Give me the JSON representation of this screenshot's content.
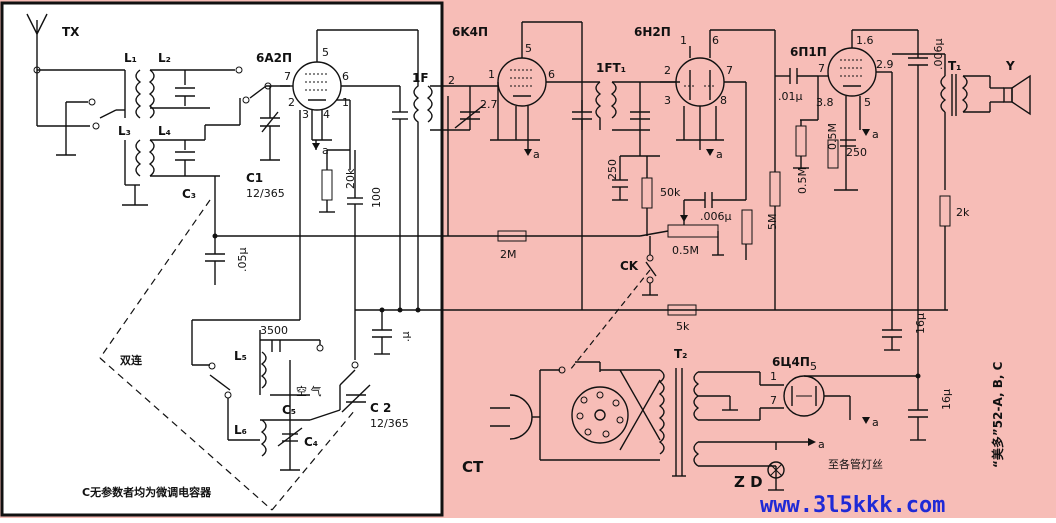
{
  "colors": {
    "left_panel_bg": "#ffffff",
    "right_panel_bg": "#f7bdb7",
    "line": "#111111",
    "watermark": "#1f2ad6"
  },
  "tubes": {
    "t1": "6A2П",
    "t2": "6K4П",
    "t3": "6H2П",
    "t4": "6П1П",
    "rect": "6Ц4П"
  },
  "labels": {
    "tx": "TX",
    "l1": "L₁",
    "l2": "L₂",
    "l3": "L₃",
    "l4": "L₄",
    "l5": "L₅",
    "l6": "L₆",
    "c1": "C1",
    "c1v": "12/365",
    "c2": "C 2",
    "c2v": "12/365",
    "c3": "C₃",
    "c4": "C₄",
    "c5": "C₅",
    "if1": "1F",
    "ift1": "1FT₁",
    "t1x": "T₁",
    "t2x": "T₂",
    "y": "Y",
    "ck": "CK",
    "ct": "CT",
    "zd": "Z D",
    "a": "a"
  },
  "values": {
    "r20k": "20k",
    "c100": "100",
    "cu": ".μ",
    "c05u": ".05μ",
    "r2m": "2M",
    "r05m": "0.5M",
    "c006": ".006μ",
    "r5m": "5M",
    "r05m2": "0.5M",
    "c01u": ".01μ",
    "r05m3": "0.5M",
    "c250": "250",
    "r50k": "50k",
    "c250b": "250",
    "r5k": "5k",
    "c16a": "16μ",
    "c16b": "16μ",
    "r2k": "2k",
    "c006b": ".006μ",
    "c3500": "3500",
    "r38": "3.8",
    "r27": "2.7"
  },
  "pins": {
    "p1_5": "5",
    "p1_7": "7",
    "p1_2": "2",
    "p1_6": "6",
    "p1_1": "1",
    "p1_3": "3",
    "p1_4": "4",
    "p2_1": "1",
    "p2_2": "2",
    "p2_5": "5",
    "p2_6": "6",
    "p3_1": "1",
    "p3_6": "6",
    "p3_2": "2",
    "p3_7": "7",
    "p3_3": "3",
    "p3_8": "8",
    "p4_7": "7",
    "p4_16": "1.6",
    "p4_29": "2.9",
    "p4_5": "5",
    "r_1": "1",
    "r_5": "5",
    "r_7": "7"
  },
  "text": {
    "twin": "双连",
    "footnote": "C无参数者均为微调电容器",
    "c5note": "空 气",
    "lamps": "至各管灯丝",
    "model": "“美多”52-A, B, C",
    "website": "www.3l5kkk.com"
  }
}
